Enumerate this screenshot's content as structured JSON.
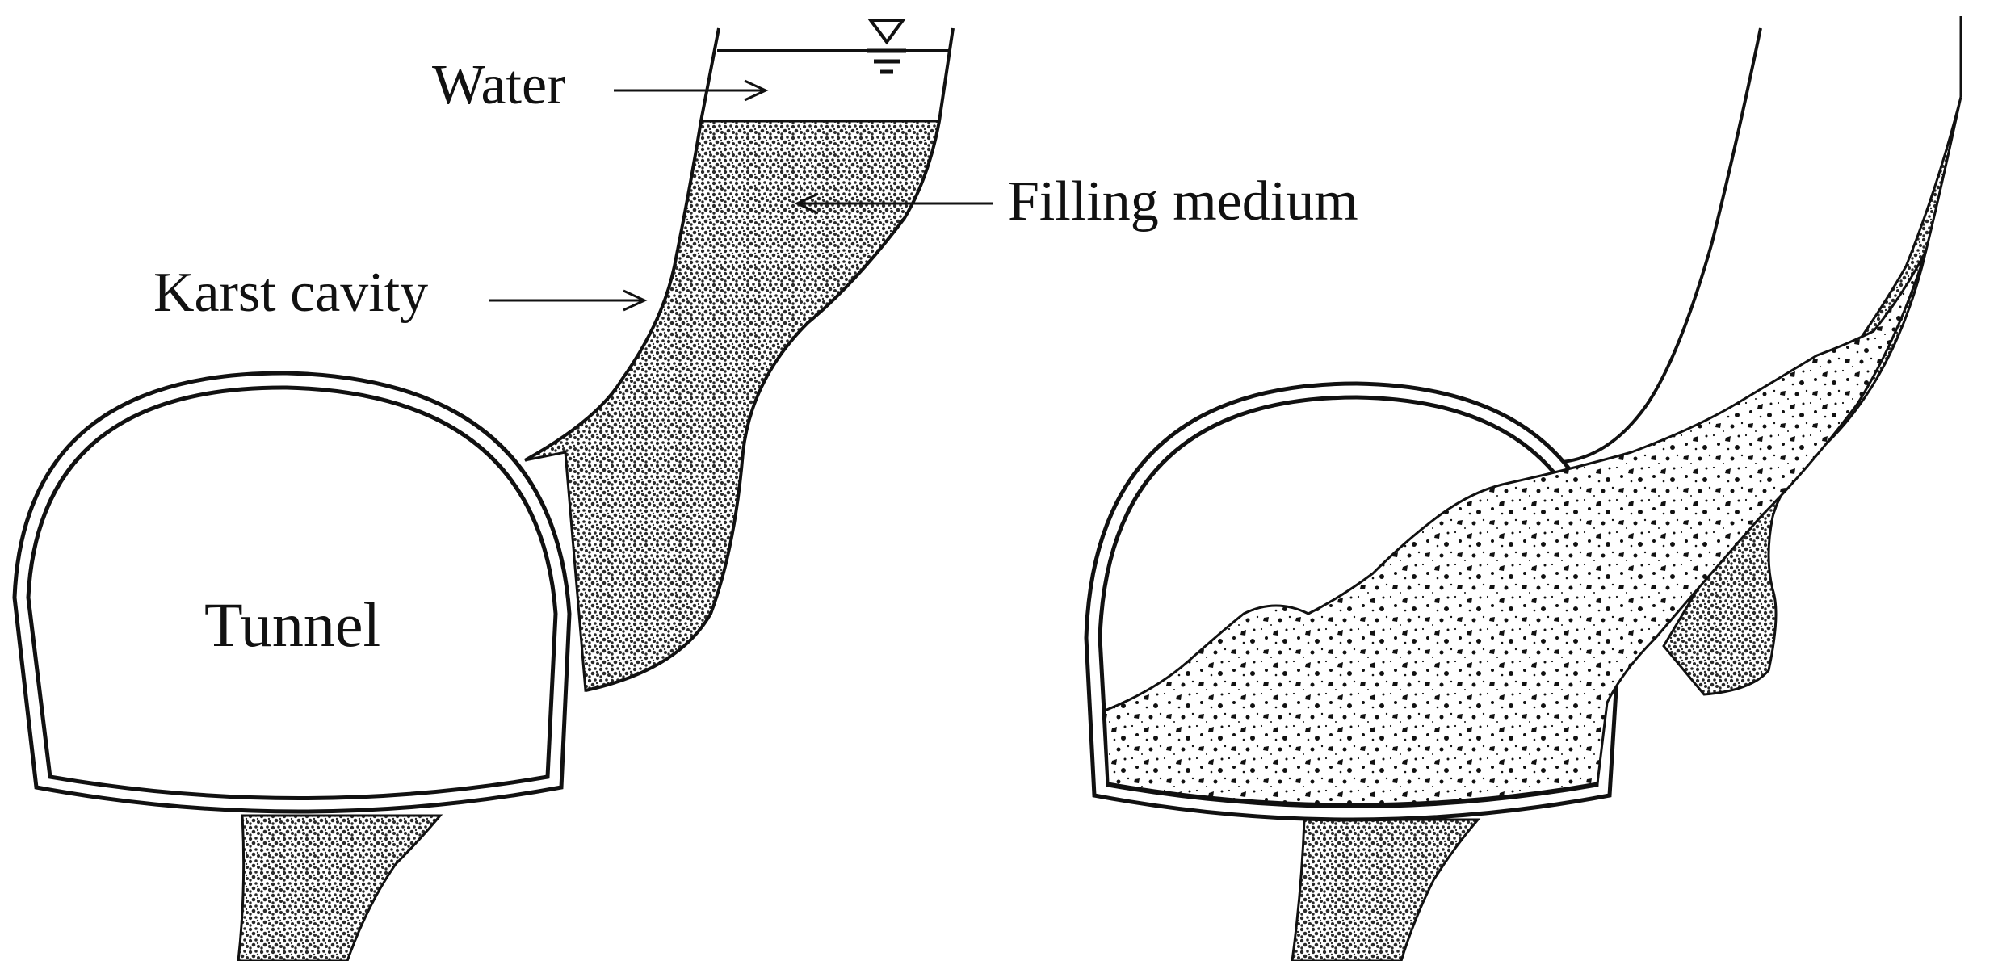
{
  "labels": {
    "water": "Water",
    "filling_medium": "Filling medium",
    "karst_cavity": "Karst cavity",
    "tunnel": "Tunnel"
  },
  "colors": {
    "ink": "#111111",
    "speckle_fill": "#5a5a5a",
    "background": "#ffffff"
  }
}
